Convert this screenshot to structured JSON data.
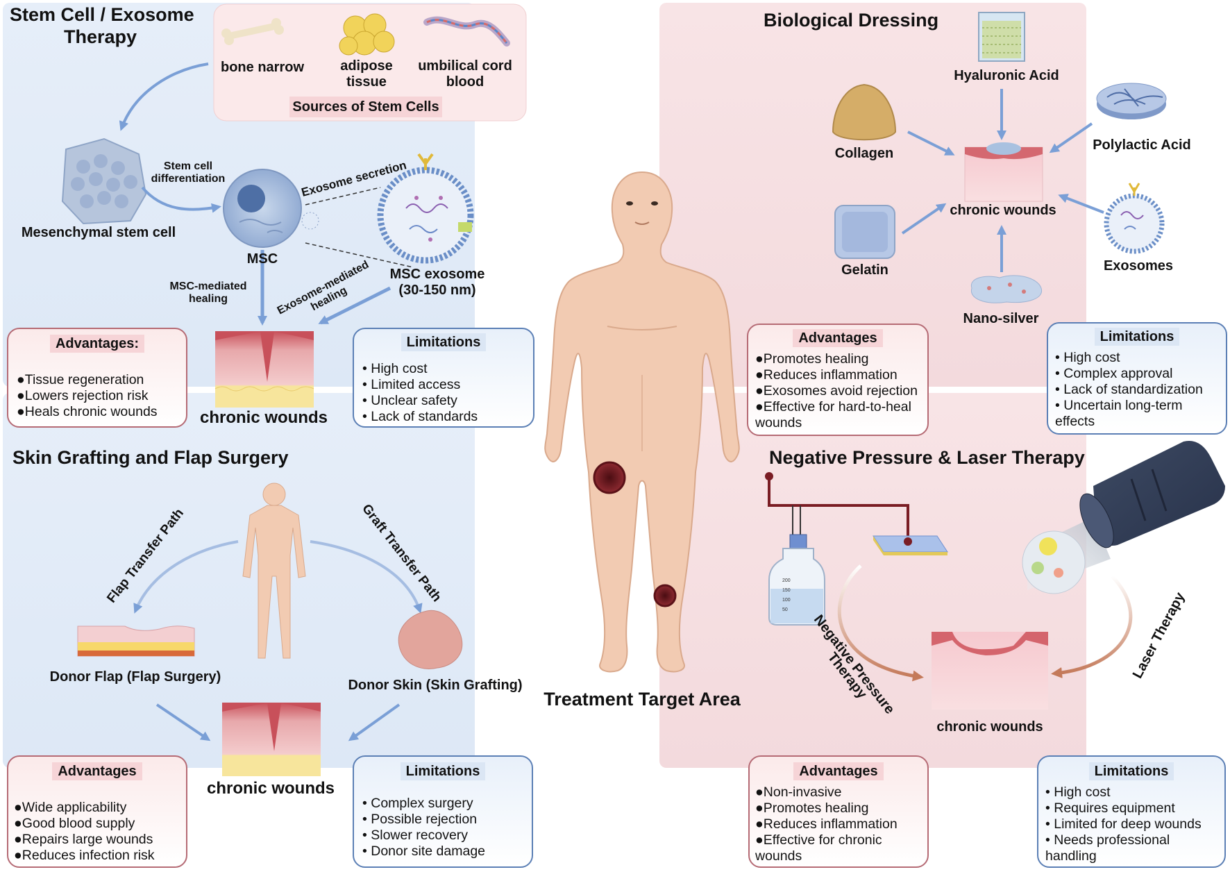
{
  "center": {
    "title": "Treatment Target Area"
  },
  "stem": {
    "title_line1": "Stem Cell / Exosome",
    "title_line2": "Therapy",
    "sources": [
      "bone narrow",
      "adipose tissue",
      "umbilical cord blood"
    ],
    "sources_title": "Sources of Stem Cells",
    "mesenchymal": "Mesenchymal stem cell",
    "differentiation": "Stem cell differentiation",
    "msc": "MSC",
    "exosome_secretion": "Exosome secretion",
    "msc_exosome": "MSC exosome",
    "msc_exosome_size": "(30-150 nm)",
    "msc_mediated": "MSC-mediated healing",
    "exosome_mediated": "Exosome-mediated healing",
    "wound": "chronic wounds",
    "advantages_title": "Advantages:",
    "advantages": [
      "●Tissue regeneration",
      "●Lowers rejection risk",
      "●Heals chronic wounds"
    ],
    "limitations_title": "Limitations",
    "limitations": [
      "• High cost",
      "• Limited access",
      "• Unclear safety",
      "• Lack of standards"
    ]
  },
  "bio": {
    "title": "Biological Dressing",
    "hyaluronic": "Hyaluronic Acid",
    "collagen": "Collagen",
    "polylactic": "Polylactic Acid",
    "gelatin": "Gelatin",
    "exosomes": "Exosomes",
    "nanosilver": "Nano-silver",
    "wound": "chronic wounds",
    "advantages_title": "Advantages",
    "advantages": [
      "●Promotes healing",
      "●Reduces inflammation",
      "●Exosomes avoid rejection",
      "●Effective for hard-to-heal",
      "wounds"
    ],
    "limitations_title": "Limitations",
    "limitations": [
      "• High cost",
      "• Complex approval",
      "• Lack of standardization",
      "• Uncertain long-term",
      "effects"
    ]
  },
  "skin": {
    "title": "Skin Grafting and Flap Surgery",
    "flap_path": "Flap Transfer Path",
    "graft_path": "Graft Transfer Path",
    "donor_flap": "Donor Flap (Flap Surgery)",
    "donor_skin": "Donor Skin (Skin Grafting)",
    "wound": "chronic wounds",
    "advantages_title": "Advantages",
    "advantages": [
      "●Wide applicability",
      "●Good blood supply",
      "●Repairs large wounds",
      "●Reduces infection risk"
    ],
    "limitations_title": "Limitations",
    "limitations": [
      "• Complex surgery",
      "• Possible rejection",
      "• Slower recovery",
      "• Donor site damage"
    ]
  },
  "npwt": {
    "title": "Negative Pressure & Laser Therapy",
    "negative_line1": "Negative Pressure",
    "negative_line2": "Therapy",
    "laser": "Laser Therapy",
    "wound": "chronic wounds",
    "bottle_marks": [
      "200",
      "150",
      "100",
      "50"
    ],
    "advantages_title": "Advantages",
    "advantages": [
      "●Non-invasive",
      "●Promotes healing",
      "●Reduces inflammation",
      "●Effective for chronic",
      "wounds"
    ],
    "limitations_title": "Limitations",
    "limitations": [
      "• High cost",
      "• Requires equipment",
      "• Limited for deep wounds",
      "• Needs professional",
      "handling"
    ]
  },
  "colors": {
    "arrow": "#7a9fd6",
    "skin": "#f2cbb2",
    "wound": "#7a1d24",
    "panel_blue": "#e4edf8",
    "panel_pink": "#f6e0e3"
  }
}
